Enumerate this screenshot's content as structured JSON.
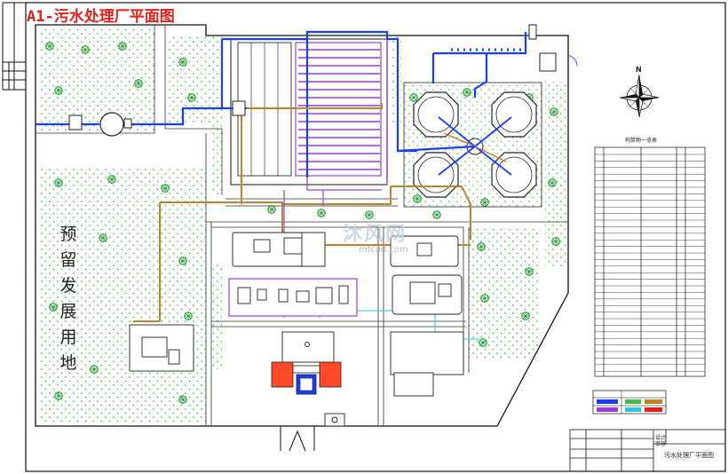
{
  "title": "A1-污水处理厂平面图",
  "reserved_area_label": "预留发展用地",
  "watermark": {
    "text": "沐风网",
    "url": "mfcad.com"
  },
  "title_block": {
    "design_label": "设计",
    "review_label": "审核",
    "drawing_name": "污水处理厂平面图"
  },
  "colors": {
    "title": "#e0201c",
    "sewage_pipe": "#1a3cff",
    "sludge_pipe": "#b8862a",
    "purple_pipe": "#9b3dd6",
    "cyan_pipe": "#27c8e0",
    "tree": "#1e9a2e",
    "grass_dot": "#44c04a",
    "black_line": "#111111",
    "red_symbol": "#ff4a2a"
  },
  "compass_label": "N",
  "legend_title": "构筑物一览表",
  "icons": [
    "north-arrow-icon",
    "tree-icon",
    "tank-icon",
    "gate-icon"
  ]
}
